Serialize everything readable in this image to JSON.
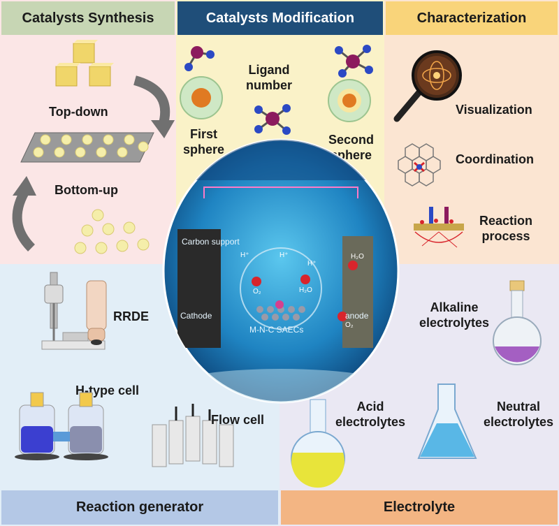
{
  "headers": {
    "synthesis": "Catalysts Synthesis",
    "modification": "Catalysts Modification",
    "characterization": "Characterization",
    "reaction_generator": "Reaction generator",
    "electrolyte": "Electrolyte"
  },
  "synthesis": {
    "top_down": "Top-down",
    "bottom_up": "Bottom-up"
  },
  "modification": {
    "ligand_number": [
      "Ligand",
      "number"
    ],
    "first_sphere": [
      "First",
      "sphere"
    ],
    "second_sphere": [
      "Second",
      "sphere"
    ]
  },
  "characterization": {
    "visualization": "Visualization",
    "coordination": "Coordination",
    "reaction_process": [
      "Reaction",
      "process"
    ]
  },
  "reactor": {
    "rrde": "RRDE",
    "h_type_cell": "H-type cell",
    "flow_cell": "Flow cell"
  },
  "electrolytes": {
    "alkaline": [
      "Alkaline",
      "electrolytes"
    ],
    "acid": [
      "Acid",
      "electrolytes"
    ],
    "neutral": [
      "Neutral",
      "electrolytes"
    ]
  },
  "center": {
    "carbon_support": "Carbon support",
    "cathode": "Cathode",
    "anode": "anode",
    "catalyst": "M-N-C SAECs",
    "h_plus": "H⁺",
    "o2": "O₂",
    "h2o": "H₂O"
  },
  "colors": {
    "synthesis_bg": "#fbe6e6",
    "synthesis_header": "#c7d6b4",
    "modification_bg": "#faf2c8",
    "modification_header": "#1f4e79",
    "characterization_bg": "#fbe5d2",
    "characterization_header": "#f9d47a",
    "reactor_bg": "#e2eef7",
    "reactor_header": "#b4c8e6",
    "electrolyte_bg": "#eae8f3",
    "electrolyte_header": "#f3b583"
  }
}
